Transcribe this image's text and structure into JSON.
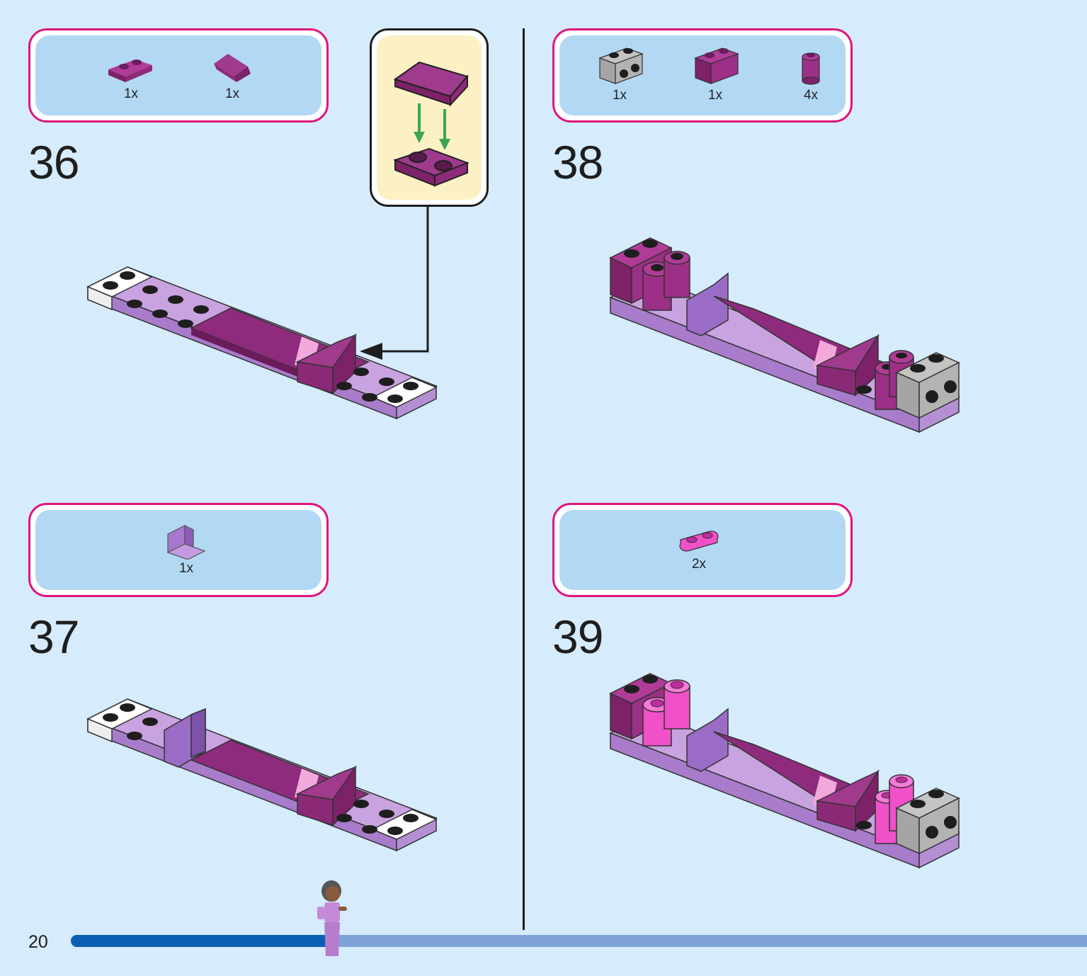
{
  "page": {
    "number": "20",
    "progress_fraction": 0.255
  },
  "steps": [
    {
      "number": "36",
      "parts": [
        {
          "name": "plate-1x2",
          "qty": "1x"
        },
        {
          "name": "slope-1x2",
          "qty": "1x"
        }
      ]
    },
    {
      "number": "37",
      "parts": [
        {
          "name": "panel-1x2",
          "qty": "1x"
        }
      ]
    },
    {
      "number": "38",
      "parts": [
        {
          "name": "brick-1x2-with-holes",
          "qty": "1x"
        },
        {
          "name": "brick-1x2",
          "qty": "1x"
        },
        {
          "name": "round-brick-1x1",
          "qty": "4x"
        }
      ]
    },
    {
      "number": "39",
      "parts": [
        {
          "name": "round-plate-1x2",
          "qty": "2x"
        }
      ]
    }
  ],
  "colors": {
    "magenta_border": "#e0157c",
    "parts_bg": "#b3d8f4",
    "page_bg": "#d6ebfb",
    "callout_bg": "#fbf1c5",
    "brick_purple": "#9c2f86",
    "lavender": "#c9a3e0",
    "pink": "#f050c8",
    "gray": "#a5a5a5",
    "arrow_green": "#3aa655",
    "progress_fill": "#0a5eb4",
    "progress_track": "#7fa2d8"
  },
  "icons": [
    "down-arrow-icon",
    "callout-pointer-arrow-icon",
    "minifigure-icon"
  ]
}
